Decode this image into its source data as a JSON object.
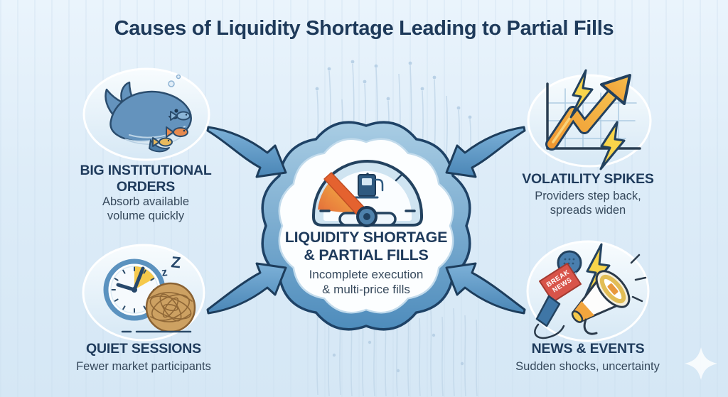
{
  "title": "Causes of Liquidity Shortage Leading to Partial Fills",
  "center": {
    "icon": "fuel-gauge-low-icon",
    "heading": "LIQUIDITY SHORTAGE\n& PARTIAL FILLS",
    "subtext": "Incomplete execution\n& multi-price fills"
  },
  "causes": {
    "top_left": {
      "icon": "whale-and-fish-icon",
      "heading": "BIG INSTITUTIONAL\nORDERS",
      "subtext": "Absorb available\nvolume quickly"
    },
    "top_right": {
      "icon": "volatility-spike-chart-icon",
      "heading": "VOLATILITY SPIKES",
      "subtext": "Providers step back,\nspreads widen"
    },
    "bottom_left": {
      "icon": "sleepy-clock-tumbleweed-icon",
      "heading": "QUIET SESSIONS",
      "subtext": "Fewer market participants"
    },
    "bottom_right": {
      "icon": "breaking-news-mic-megaphone-icon",
      "heading": "NEWS & EVENTS",
      "subtext": "Sudden shocks, uncertainty"
    }
  },
  "icon_labels": {
    "break_line1": "BREAK",
    "break_line2": "NEWS",
    "z_small": "z",
    "z_large": "Z"
  },
  "decorations": [
    "circuit-lines",
    "sparkle-icon"
  ],
  "colors": {
    "background": "#ddecf8",
    "navy_text": "#1f3b5c",
    "sub_text": "#36495c",
    "arrow_blue": "#5b97c6",
    "ring_blue": "#4e8cbc",
    "accent_orange": "#f2a53e",
    "accent_yellow": "#f8d44a",
    "alert_red": "#d8544a",
    "gauge_wedge_from": "#e4632f",
    "gauge_wedge_to": "#f7c53f",
    "tumbleweed": "#cda162"
  }
}
